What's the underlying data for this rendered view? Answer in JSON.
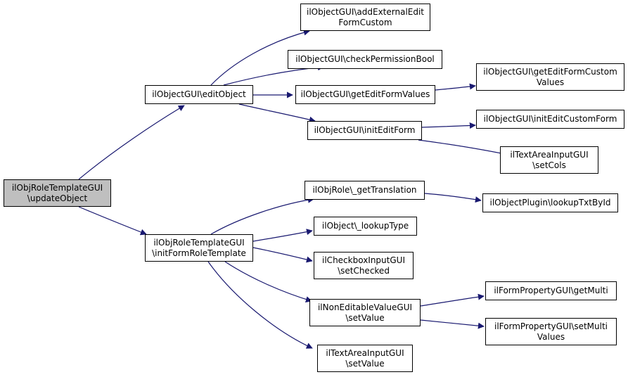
{
  "nodes": {
    "root": [
      "ilObjRoleTemplateGUI",
      "\\updateObject"
    ],
    "editObject": [
      "ilObjectGUI\\editObject"
    ],
    "initFormRoleTemplate": [
      "ilObjRoleTemplateGUI",
      "\\initFormRoleTemplate"
    ],
    "addExternalEditFormCustom": [
      "ilObjectGUI\\addExternalEdit",
      "FormCustom"
    ],
    "checkPermissionBool": [
      "ilObjectGUI\\checkPermissionBool"
    ],
    "getEditFormValues": [
      "ilObjectGUI\\getEditFormValues"
    ],
    "initEditForm": [
      "ilObjectGUI\\initEditForm"
    ],
    "getEditFormCustomValues": [
      "ilObjectGUI\\getEditFormCustom",
      "Values"
    ],
    "initEditCustomForm": [
      "ilObjectGUI\\initEditCustomForm"
    ],
    "setCols": [
      "ilTextAreaInputGUI",
      "\\setCols"
    ],
    "getTranslation": [
      "ilObjRole\\_getTranslation"
    ],
    "lookupTxtById": [
      "ilObjectPlugin\\lookupTxtById"
    ],
    "lookupType": [
      "ilObject\\_lookupType"
    ],
    "setChecked": [
      "ilCheckboxInputGUI",
      "\\setChecked"
    ],
    "nonEditableSetValue": [
      "ilNonEditableValueGUI",
      "\\setValue"
    ],
    "getMulti": [
      "ilFormPropertyGUI\\getMulti"
    ],
    "setMultiValues": [
      "ilFormPropertyGUI\\setMulti",
      "Values"
    ],
    "textAreaSetValue": [
      "ilTextAreaInputGUI",
      "\\setValue"
    ]
  },
  "edges": [
    [
      "root",
      "editObject"
    ],
    [
      "root",
      "initFormRoleTemplate"
    ],
    [
      "editObject",
      "addExternalEditFormCustom"
    ],
    [
      "editObject",
      "checkPermissionBool"
    ],
    [
      "editObject",
      "getEditFormValues"
    ],
    [
      "editObject",
      "initEditForm"
    ],
    [
      "getEditFormValues",
      "getEditFormCustomValues"
    ],
    [
      "initEditForm",
      "initEditCustomForm"
    ],
    [
      "initEditForm",
      "setCols"
    ],
    [
      "initFormRoleTemplate",
      "getTranslation"
    ],
    [
      "initFormRoleTemplate",
      "lookupType"
    ],
    [
      "initFormRoleTemplate",
      "setChecked"
    ],
    [
      "initFormRoleTemplate",
      "nonEditableSetValue"
    ],
    [
      "initFormRoleTemplate",
      "textAreaSetValue"
    ],
    [
      "getTranslation",
      "lookupTxtById"
    ],
    [
      "nonEditableSetValue",
      "getMulti"
    ],
    [
      "nonEditableSetValue",
      "setMultiValues"
    ]
  ],
  "colors": {
    "edge": "#191970",
    "node_border": "#000000",
    "root_fill": "#bfbfbf",
    "node_fill": "#ffffff"
  }
}
